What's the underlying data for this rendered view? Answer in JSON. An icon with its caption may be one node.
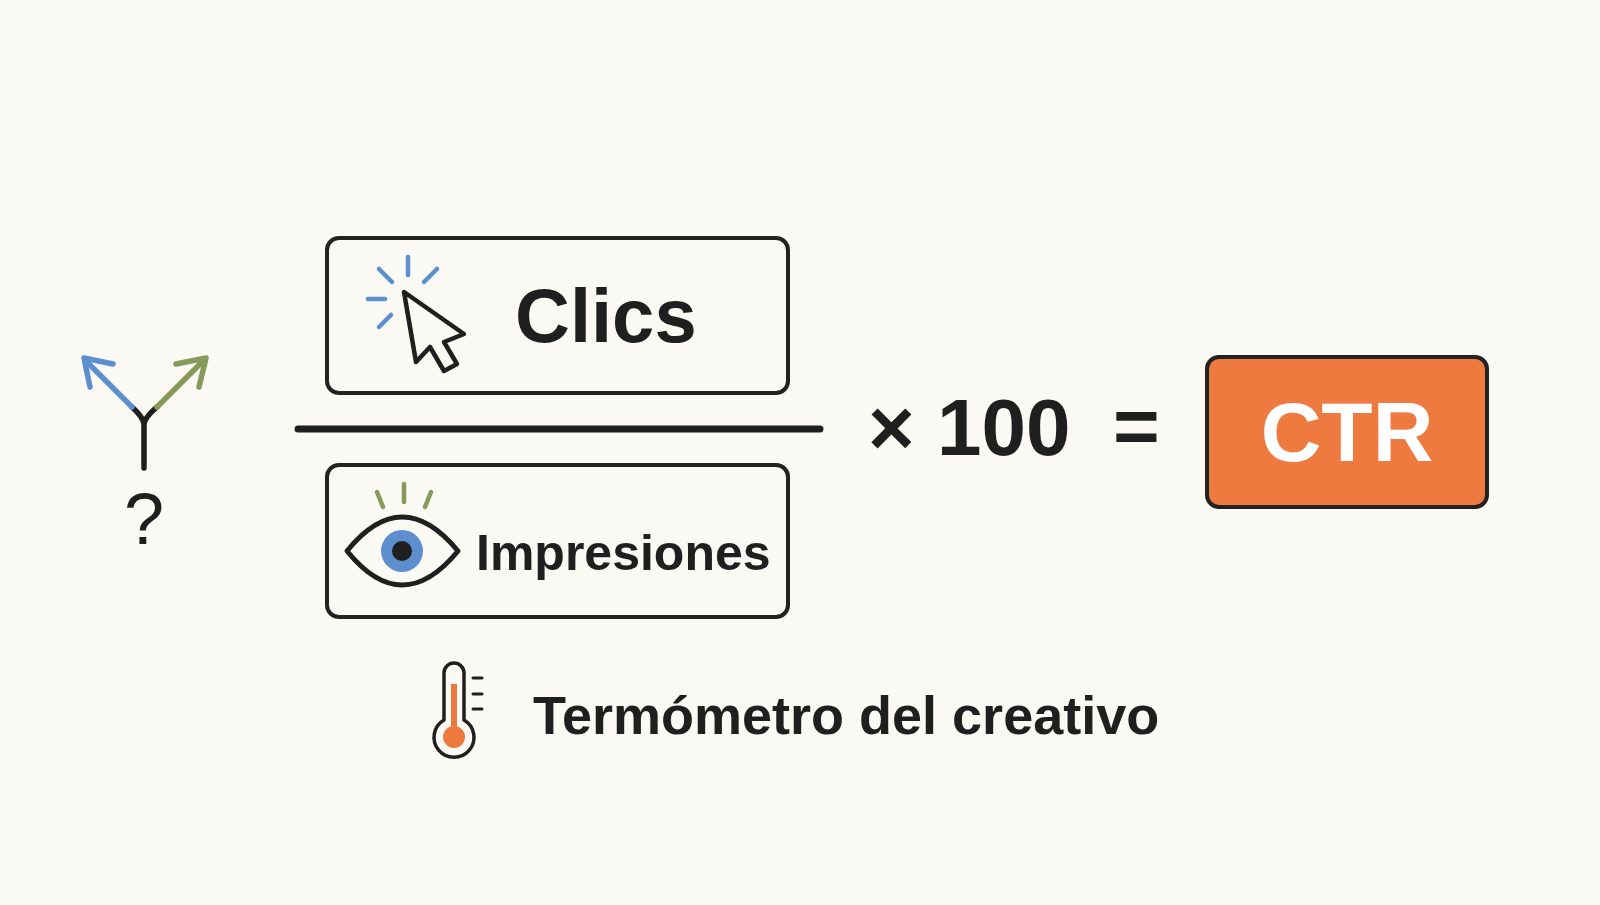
{
  "diagram": {
    "nodes": [
      {
        "text": [
          "Clics"
        ]
      },
      {
        "text": [
          "Impresiones"
        ]
      },
      {
        "text": [
          "CTR"
        ]
      }
    ],
    "labels": [
      "?",
      "× 100",
      "=",
      "Termómetro del creativo"
    ]
  }
}
